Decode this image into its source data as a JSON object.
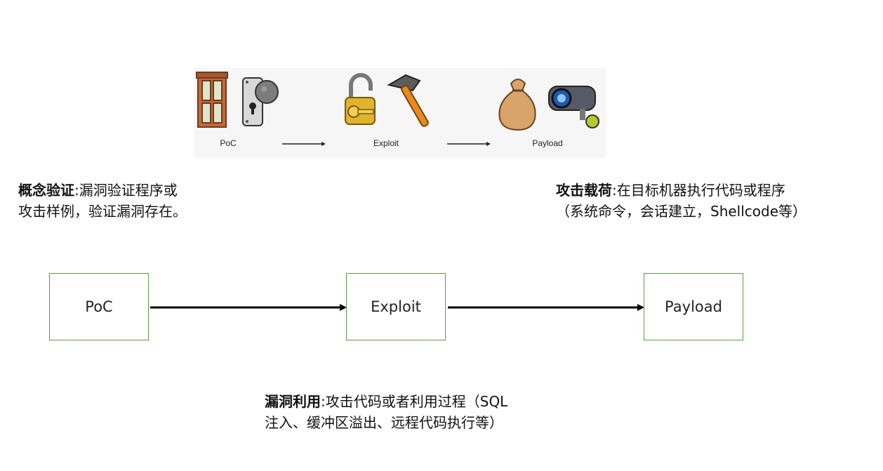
{
  "banner": {
    "items": [
      {
        "label": "PoC",
        "icons": [
          "window-icon",
          "door-lock-icon"
        ]
      },
      {
        "label": "Exploit",
        "icons": [
          "padlock-key-icon",
          "hammer-icon"
        ]
      },
      {
        "label": "Payload",
        "icons": [
          "money-bag-icon",
          "security-camera-icon"
        ]
      }
    ]
  },
  "annotations": {
    "poc": {
      "title": "概念验证",
      "sep": ":",
      "line1": "漏洞验证程序或",
      "line2": "攻击样例，验证漏洞存在。"
    },
    "payload": {
      "title": "攻击载荷",
      "sep": ":",
      "line1": "在目标机器执行代码或程序",
      "line2": "（系统命令，会话建立，Shellcode等）"
    },
    "exploit": {
      "title": "漏洞利用",
      "sep": ":",
      "line1": "攻击代码或者利用过程（SQL",
      "line2": "注入、缓冲区溢出、远程代码执行等）"
    }
  },
  "flow": {
    "boxes": [
      {
        "label": "PoC"
      },
      {
        "label": "Exploit"
      },
      {
        "label": "Payload"
      }
    ]
  },
  "colors": {
    "box_border": "#5b9b45",
    "arrow": "#000000"
  }
}
